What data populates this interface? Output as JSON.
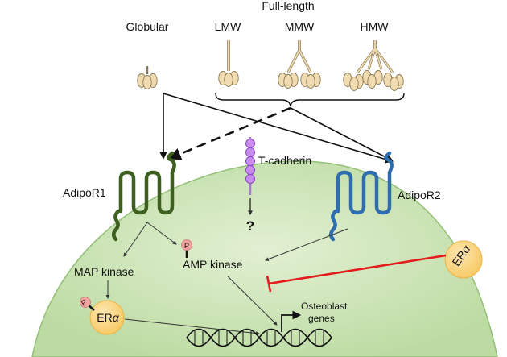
{
  "labels": {
    "full_length": "Full-length",
    "globular": "Globular",
    "lmw": "LMW",
    "mmw": "MMW",
    "hmw": "HMW",
    "t_cadherin": "T-cadherin",
    "unknown": "?",
    "adipor1": "AdipoR1",
    "adipor2": "AdipoR2",
    "map_kinase": "MAP kinase",
    "amp_kinase": "AMP kinase",
    "phospho": "P",
    "er_alpha_prefix": "ER",
    "er_alpha_symbol": "α",
    "osteoblast_genes_line1": "Osteoblast",
    "osteoblast_genes_line2": "genes"
  },
  "colors": {
    "cell_fill": "#cfe6b8",
    "cell_stroke": "#93bf77",
    "adipor1": "#3d5f1f",
    "adipor2": "#2f6eae",
    "t_cadherin": "#b36ee0",
    "er_alpha": "#fbd88a",
    "phospho": "#f2a3a0",
    "inhibition": "#e21b1b",
    "adiponectin_head": "#f0dcb0"
  }
}
